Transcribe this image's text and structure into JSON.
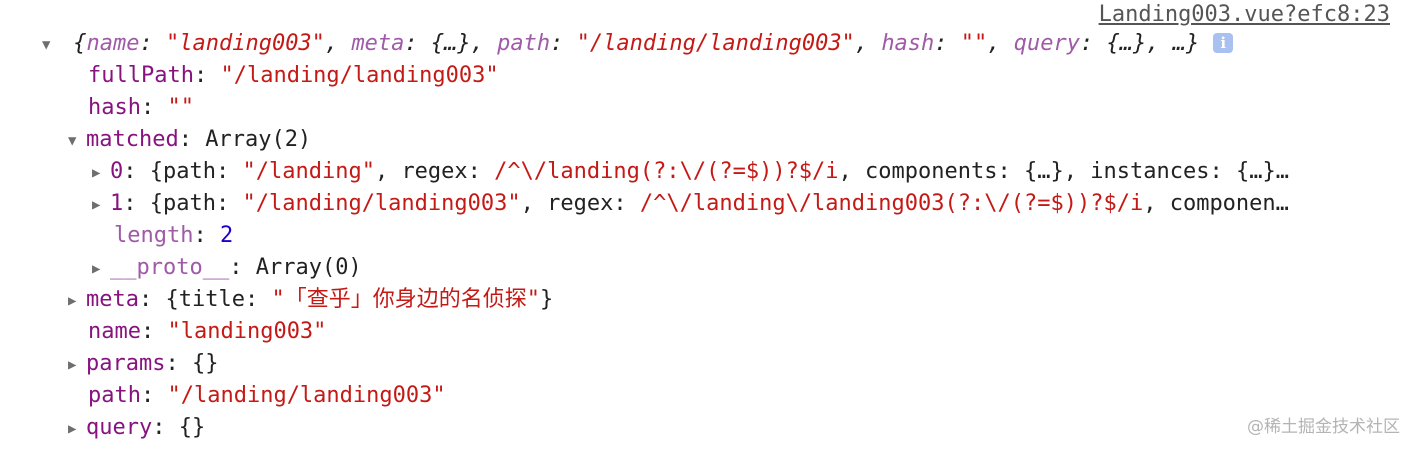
{
  "source_link": "Landing003.vue?efc8:23",
  "root": {
    "open": "{",
    "k_name": "name",
    "v_name": "\"landing003\"",
    "k_meta": "meta",
    "v_meta": "{…}",
    "k_path": "path",
    "v_path": "\"/landing/landing003\"",
    "k_hash": "hash",
    "v_hash": "\"\"",
    "k_query": "query",
    "v_query": "{…}",
    "tail": ", …}",
    "info_icon": "i"
  },
  "fullPath": {
    "key": "fullPath",
    "value": "\"/landing/landing003\""
  },
  "hash": {
    "key": "hash",
    "value": "\"\""
  },
  "matched": {
    "key": "matched",
    "value": "Array(2)",
    "item0": {
      "index": "0",
      "open": "{",
      "k_path": "path",
      "v_path": "\"/landing\"",
      "k_regex": "regex",
      "v_regex": "/^\\/landing(?:\\/(?=$))?$/i",
      "k_components": "components",
      "v_components": "{…}",
      "k_instances": "instances",
      "v_instances": "{…}…"
    },
    "item1": {
      "index": "1",
      "open": "{",
      "k_path": "path",
      "v_path": "\"/landing/landing003\"",
      "k_regex": "regex",
      "v_regex": "/^\\/landing\\/landing003(?:\\/(?=$))?$/i",
      "k_components": "componen…"
    },
    "length_key": "length",
    "length_value": "2",
    "proto_key": "__proto__",
    "proto_value": "Array(0)"
  },
  "meta": {
    "key": "meta",
    "open": "{",
    "k_title": "title",
    "v_title": "\"「查乎」你身边的名侦探\"",
    "close": "}"
  },
  "name": {
    "key": "name",
    "value": "\"landing003\""
  },
  "params": {
    "key": "params",
    "value": "{}"
  },
  "path": {
    "key": "path",
    "value": "\"/landing/landing003\""
  },
  "query": {
    "key": "query",
    "value": "{}"
  },
  "watermark": "@稀土掘金技术社区"
}
